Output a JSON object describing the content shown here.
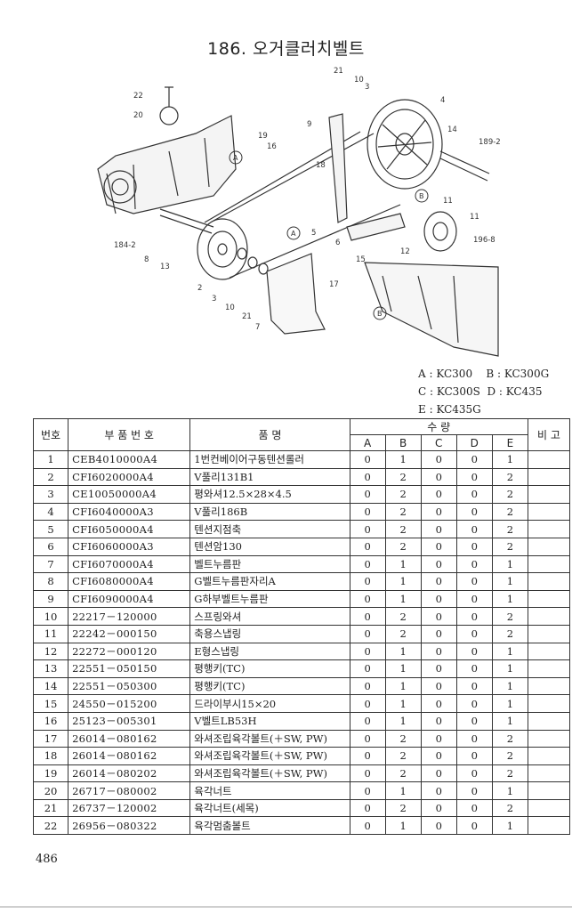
{
  "title": "186. 오거클러치벨트",
  "page_number": "486",
  "diagram": {
    "callouts": [
      "21",
      "10",
      "3",
      "4",
      "22",
      "20",
      "19",
      "16",
      "9",
      "14",
      "189-2",
      "A",
      "18",
      "B",
      "11",
      "184-2",
      "8",
      "13",
      "A",
      "5",
      "6",
      "12",
      "11",
      "196-8",
      "15",
      "2",
      "3",
      "17",
      "10",
      "21",
      "7",
      "B"
    ]
  },
  "models": [
    {
      "code": "A",
      "model": "KC300"
    },
    {
      "code": "B",
      "model": "KC300G"
    },
    {
      "code": "C",
      "model": "KC300S"
    },
    {
      "code": "D",
      "model": "KC435"
    },
    {
      "code": "E",
      "model": "KC435G"
    }
  ],
  "table": {
    "headers": {
      "no": "번호",
      "part_number": "부 품 번 호",
      "name": "품          명",
      "qty": "수               량",
      "remarks": "비 고",
      "qty_cols": [
        "A",
        "B",
        "C",
        "D",
        "E"
      ]
    },
    "rows": [
      {
        "no": "1",
        "pn": "CEB4010000A4",
        "name": "1번컨베이어구동텐션롤러",
        "q": [
          "0",
          "1",
          "0",
          "0",
          "1"
        ]
      },
      {
        "no": "2",
        "pn": "CFI6020000A4",
        "name": "V풀리131B1",
        "q": [
          "0",
          "2",
          "0",
          "0",
          "2"
        ]
      },
      {
        "no": "3",
        "pn": "CE10050000A4",
        "name": "평와셔12.5×28×4.5",
        "q": [
          "0",
          "2",
          "0",
          "0",
          "2"
        ]
      },
      {
        "no": "4",
        "pn": "CFI6040000A3",
        "name": "V풀리186B",
        "q": [
          "0",
          "2",
          "0",
          "0",
          "2"
        ]
      },
      {
        "no": "5",
        "pn": "CFI6050000A4",
        "name": "텐션지점축",
        "q": [
          "0",
          "2",
          "0",
          "0",
          "2"
        ]
      },
      {
        "no": "6",
        "pn": "CFI6060000A3",
        "name": "텐션암130",
        "q": [
          "0",
          "2",
          "0",
          "0",
          "2"
        ]
      },
      {
        "no": "7",
        "pn": "CFI6070000A4",
        "name": "벨트누름판",
        "q": [
          "0",
          "1",
          "0",
          "0",
          "1"
        ]
      },
      {
        "no": "8",
        "pn": "CFI6080000A4",
        "name": "G벨트누름판자리A",
        "q": [
          "0",
          "1",
          "0",
          "0",
          "1"
        ]
      },
      {
        "no": "9",
        "pn": "CFI6090000A4",
        "name": "G하부벨트누름판",
        "q": [
          "0",
          "1",
          "0",
          "0",
          "1"
        ]
      },
      {
        "no": "10",
        "pn": "22217－120000",
        "name": "스프링와셔",
        "q": [
          "0",
          "2",
          "0",
          "0",
          "2"
        ]
      },
      {
        "no": "11",
        "pn": "22242－000150",
        "name": "축용스냅링",
        "q": [
          "0",
          "2",
          "0",
          "0",
          "2"
        ]
      },
      {
        "no": "12",
        "pn": "22272－000120",
        "name": "E형스냅링",
        "q": [
          "0",
          "1",
          "0",
          "0",
          "1"
        ]
      },
      {
        "no": "13",
        "pn": "22551－050150",
        "name": "평행키(TC)",
        "q": [
          "0",
          "1",
          "0",
          "0",
          "1"
        ]
      },
      {
        "no": "14",
        "pn": "22551－050300",
        "name": "평행키(TC)",
        "q": [
          "0",
          "1",
          "0",
          "0",
          "1"
        ]
      },
      {
        "no": "15",
        "pn": "24550－015200",
        "name": "드라이부시15×20",
        "q": [
          "0",
          "1",
          "0",
          "0",
          "1"
        ]
      },
      {
        "no": "16",
        "pn": "25123－005301",
        "name": "V벨트LB53H",
        "q": [
          "0",
          "1",
          "0",
          "0",
          "1"
        ]
      },
      {
        "no": "17",
        "pn": "26014－080162",
        "name": "와셔조립육각볼트(＋SW, PW)",
        "q": [
          "0",
          "2",
          "0",
          "0",
          "2"
        ]
      },
      {
        "no": "18",
        "pn": "26014－080162",
        "name": "와셔조립육각볼트(＋SW, PW)",
        "q": [
          "0",
          "2",
          "0",
          "0",
          "2"
        ]
      },
      {
        "no": "19",
        "pn": "26014－080202",
        "name": "와셔조립육각볼트(＋SW, PW)",
        "q": [
          "0",
          "2",
          "0",
          "0",
          "2"
        ]
      },
      {
        "no": "20",
        "pn": "26717－080002",
        "name": "육각너트",
        "q": [
          "0",
          "1",
          "0",
          "0",
          "1"
        ]
      },
      {
        "no": "21",
        "pn": "26737－120002",
        "name": "육각너트(세목)",
        "q": [
          "0",
          "2",
          "0",
          "0",
          "2"
        ]
      },
      {
        "no": "22",
        "pn": "26956－080322",
        "name": "육각멈춤볼트",
        "q": [
          "0",
          "1",
          "0",
          "0",
          "1"
        ]
      }
    ]
  }
}
